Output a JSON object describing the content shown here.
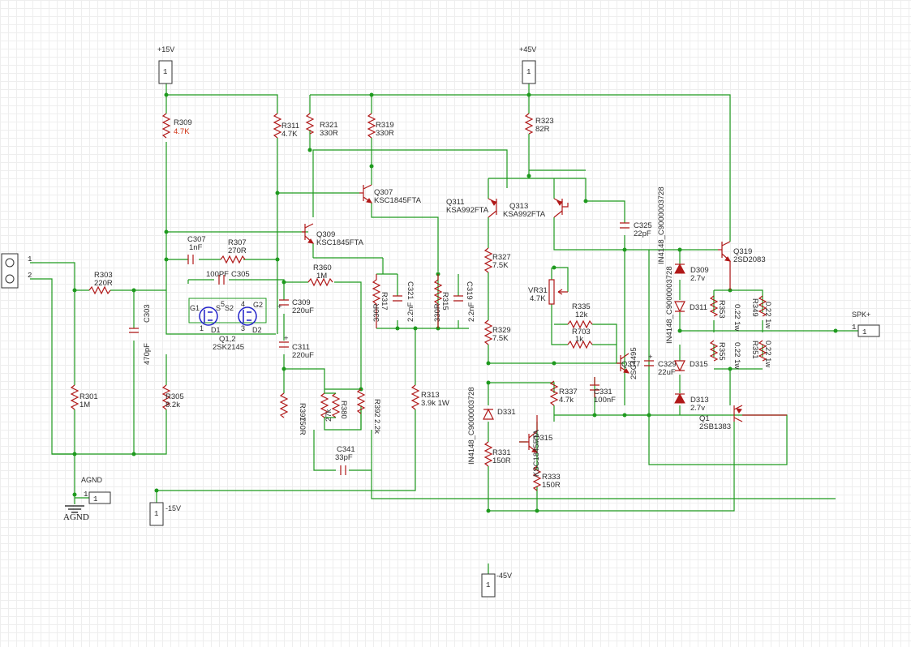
{
  "rails": {
    "pos15": "+15V",
    "pos45": "+45V",
    "neg15": "-15V",
    "neg45": "-45V",
    "agnd": "AGND",
    "agnd_symbol": "AGND",
    "spk": "SPK+"
  },
  "pins": {
    "one": "1",
    "two": "2"
  },
  "components": {
    "r309": {
      "ref": "R309",
      "value": "4.7K"
    },
    "r311": {
      "ref": "R311",
      "value": "4.7K"
    },
    "r321": {
      "ref": "R321",
      "value": "330R"
    },
    "r319": {
      "ref": "R319",
      "value": "330R"
    },
    "r323": {
      "ref": "R323",
      "value": "82R"
    },
    "q307": {
      "ref": "Q307",
      "value": "KSC1845FTA"
    },
    "q309": {
      "ref": "Q309",
      "value": "KSC1845FTA"
    },
    "q311": {
      "ref": "Q311",
      "value": "KSA992FTA"
    },
    "q313": {
      "ref": "Q313",
      "value": "KSA992FTA"
    },
    "q319": {
      "ref": "Q319",
      "value": "2SD2083"
    },
    "q317": {
      "ref": "Q317",
      "value": "2SC4495"
    },
    "q315": {
      "ref": "Q315",
      "value": "KSC1845FTA"
    },
    "q1": {
      "ref": "Q1",
      "value": "2SB1383"
    },
    "q12": {
      "ref": "Q1,2",
      "value": "2SK2145",
      "g1": "G1",
      "g2": "G2",
      "d1": "D1",
      "d2": "D2",
      "s": "S",
      "s2": "S2",
      "p1": "1",
      "p3": "3",
      "p4": "4",
      "p5": "5"
    },
    "c307": {
      "ref": "C307",
      "value": "1nF"
    },
    "r307": {
      "ref": "R307",
      "value": "270R"
    },
    "c305": {
      "ref": "C305",
      "value": "100PF"
    },
    "r303": {
      "ref": "R303",
      "value": "220R"
    },
    "c303": {
      "ref": "C303",
      "value": "470pF"
    },
    "r301": {
      "ref": "R301",
      "value": "1M"
    },
    "r305": {
      "ref": "R305",
      "value": "8.2k"
    },
    "r360": {
      "ref": "R360",
      "value": "1M"
    },
    "c309": {
      "ref": "C309",
      "value": "220uF"
    },
    "c311": {
      "ref": "C311",
      "value": "220uF"
    },
    "r397": {
      "ref": "R397",
      "value": "150R"
    },
    "r380": {
      "ref": "R380",
      "value": "27k"
    },
    "r392": {
      "ref": "R392",
      "value": "2.2k"
    },
    "c341": {
      "ref": "C341",
      "value": "33pF"
    },
    "r317": {
      "ref": "R317",
      "value": "330R"
    },
    "c321": {
      "ref": "C321",
      "value": "2.2nF"
    },
    "r315": {
      "ref": "R315",
      "value": "330R"
    },
    "c319": {
      "ref": "C319",
      "value": "2.2nF"
    },
    "r313": {
      "ref": "R313",
      "value": "3.9k 1W"
    },
    "r327": {
      "ref": "R327",
      "value": "7.5K"
    },
    "r329": {
      "ref": "R329",
      "value": "7.5K"
    },
    "d331": {
      "ref": "D331",
      "value": "IN4148_C9000003728"
    },
    "r331": {
      "ref": "R331",
      "value": "150R"
    },
    "r333": {
      "ref": "R333",
      "value": "150R"
    },
    "c325": {
      "ref": "C325",
      "value": "22pF"
    },
    "vr31": {
      "ref": "VR31",
      "value": "4.7K"
    },
    "r335": {
      "ref": "R335",
      "value": "12k"
    },
    "r703": {
      "ref": "R703",
      "value": "1k"
    },
    "r337": {
      "ref": "R337",
      "value": "4.7k"
    },
    "c331": {
      "ref": "C331",
      "value": "100nF"
    },
    "c329": {
      "ref": "C329",
      "value": "22uF"
    },
    "d309": {
      "ref": "D309",
      "value": "2.7v"
    },
    "d311": {
      "ref": "D311",
      "diode_part": "IN4148_C9000003728"
    },
    "d315": {
      "ref": "D315",
      "diode_part": "IN4148_C9000003728"
    },
    "d313": {
      "ref": "D313",
      "value": "2.7v"
    },
    "r353": {
      "ref": "R353",
      "value": "0.22 1w"
    },
    "r349": {
      "ref": "R349",
      "value": "0.22 1w"
    },
    "r355": {
      "ref": "R355",
      "value": "0.22 1w"
    },
    "r351": {
      "ref": "R351",
      "value": "0.22 1w"
    }
  },
  "colors": {
    "wire": "#1e9a1e",
    "component": "#b01818",
    "highlight_value": "#d03010",
    "fet_symbol": "#2020c8",
    "grid": "#eeeeee"
  }
}
